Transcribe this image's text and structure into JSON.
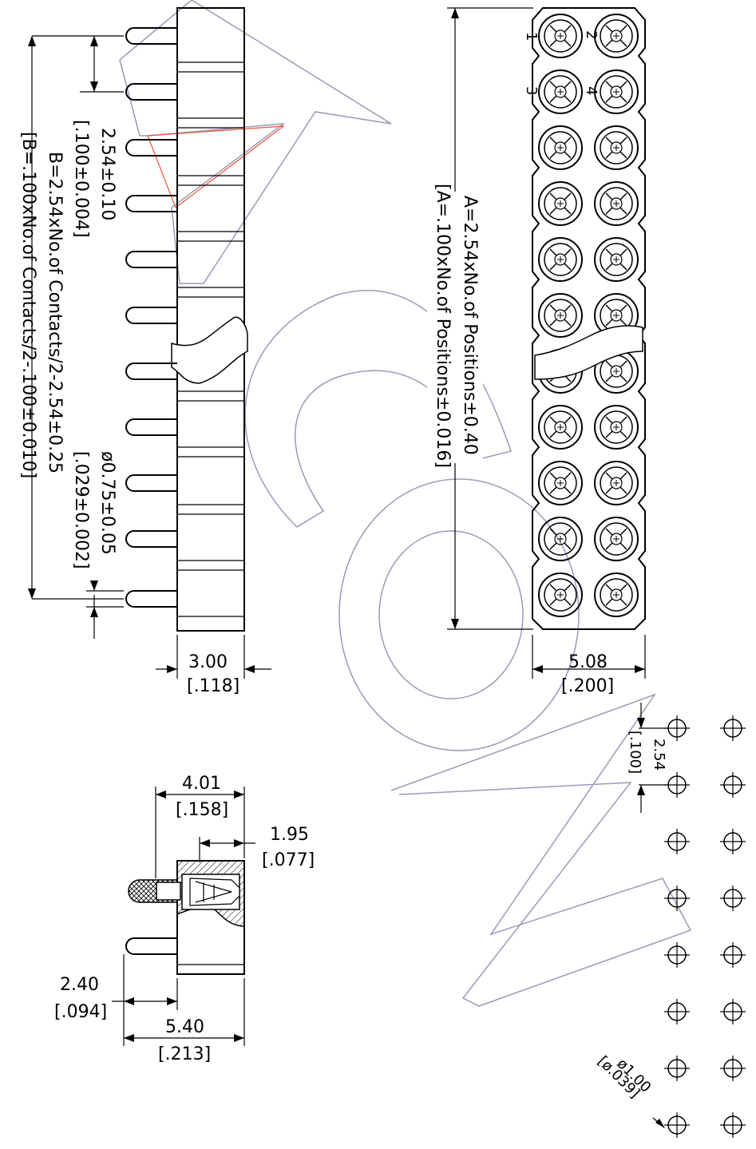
{
  "watermark": {
    "color": "#9a9ab8",
    "accent": "#e8553b",
    "logo_text": "NCON"
  },
  "side_view": {
    "pitch_mm": "2.54±0.10",
    "pitch_in": "[.100±0.004]",
    "b_mm": "B=2.54xNo.of Contacts/2-2.54±0.25",
    "b_in": "[B=.100xNo.of Contacts/2-.100±0.010]",
    "pin_dia_mm": "ø0.75±0.05",
    "pin_dia_in": "[.029±0.002]",
    "body_w_mm": "3.00",
    "body_w_in": "[.118]"
  },
  "top_view": {
    "a_mm": "A=2.54xNo.of Positions±0.40",
    "a_in": "[A=.100xNo.of Positions±0.016]",
    "width_mm": "5.08",
    "width_in": "[.200]",
    "pin_numbers": [
      "1",
      "2",
      "3",
      "4"
    ]
  },
  "section_view": {
    "overall_mm": "4.01",
    "overall_in": "[.158]",
    "depth_mm": "1.95",
    "depth_in": "[.077]",
    "tail_mm": "2.40",
    "tail_in": "[.094]",
    "total_mm": "5.40",
    "total_in": "[.213]"
  },
  "pcb_layout": {
    "pitch_mm": "2.54",
    "pitch_in": "[.100]",
    "hole_mm": "ø1.00",
    "hole_in": "[ø.039]"
  }
}
